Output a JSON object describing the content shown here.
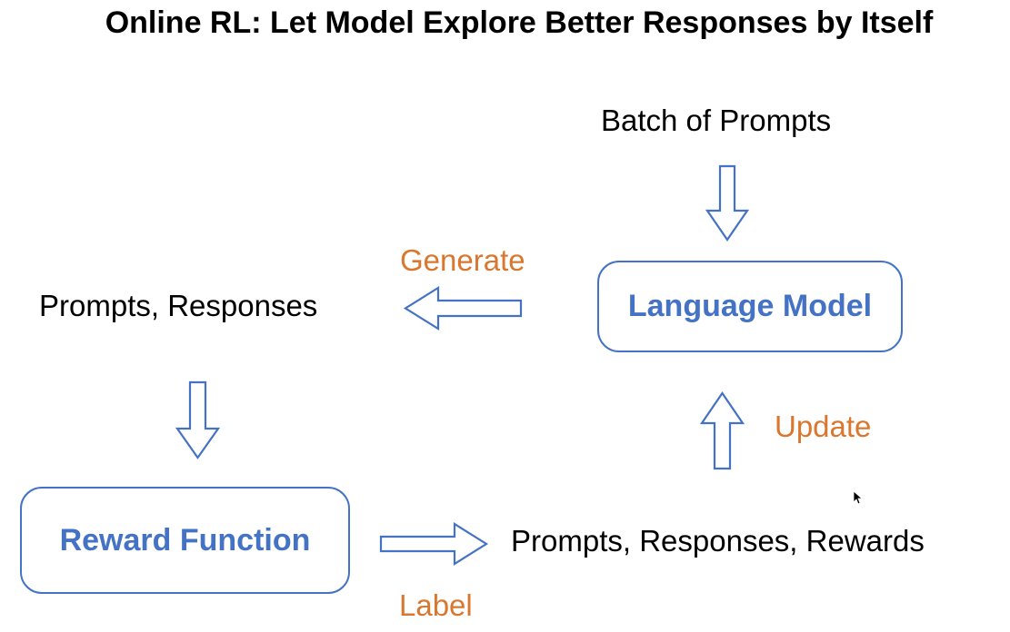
{
  "title": "Online RL: Let Model Explore Better Responses by Itself",
  "nodes": {
    "batch_of_prompts": "Batch of Prompts",
    "language_model": "Language Model",
    "prompts_responses": "Prompts, Responses",
    "reward_function": "Reward Function",
    "prompts_responses_rewards": "Prompts, Responses, Rewards"
  },
  "edges": {
    "generate": "Generate",
    "update": "Update",
    "label": "Label"
  },
  "colors": {
    "box_border": "#4472c4",
    "box_text": "#4472c4",
    "edge_label": "#d9772f",
    "arrow_stroke": "#4472c4"
  }
}
